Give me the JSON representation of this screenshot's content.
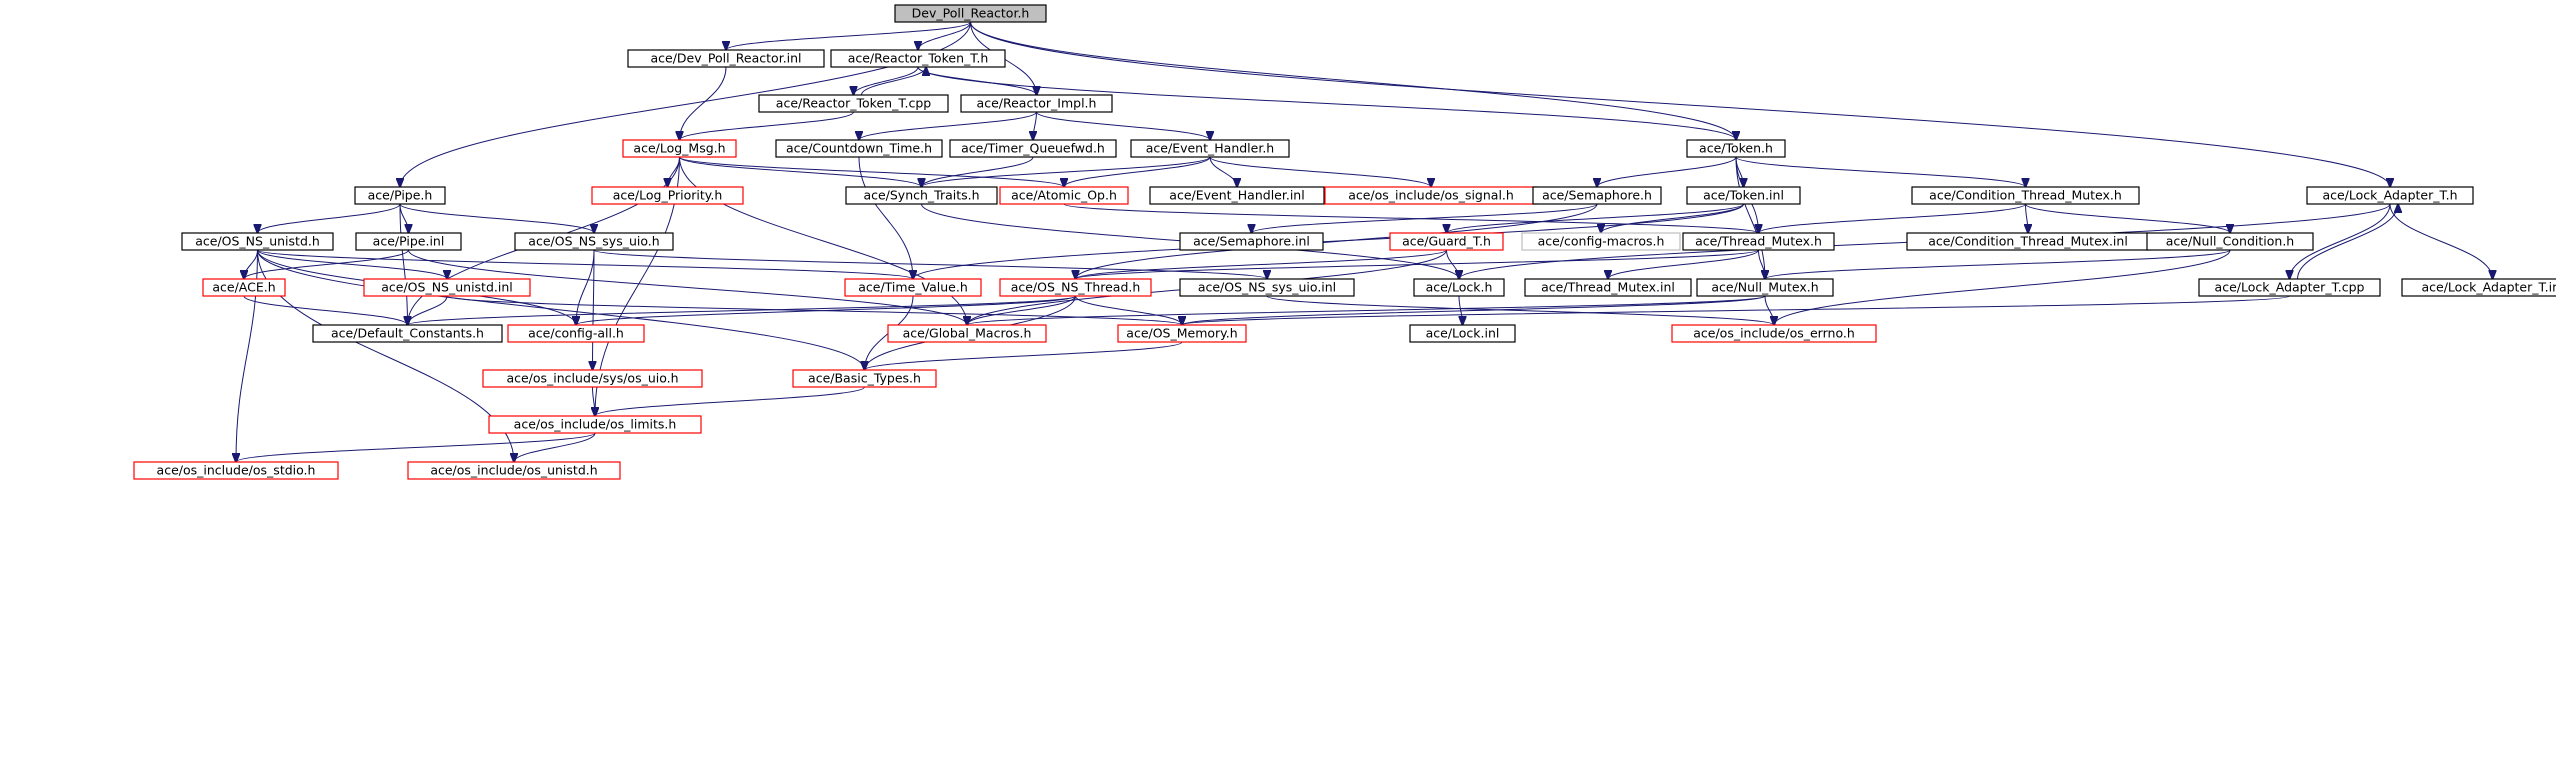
{
  "colors": {
    "edge": "#191970",
    "border_linked": "#000000",
    "border_truncated": "#ff0000",
    "border_undocumented": "#bfbfbf",
    "root_fill": "#bfbfbf",
    "node_fill": "#ffffff"
  },
  "nodes": [
    {
      "id": "root",
      "label": "Dev_Poll_Reactor.h",
      "kind": "root"
    },
    {
      "id": "dpr_inl",
      "label": "ace/Dev_Poll_Reactor.inl",
      "kind": "linked"
    },
    {
      "id": "rtt_h",
      "label": "ace/Reactor_Token_T.h",
      "kind": "linked"
    },
    {
      "id": "rtt_cpp",
      "label": "ace/Reactor_Token_T.cpp",
      "kind": "linked"
    },
    {
      "id": "rimpl",
      "label": "ace/Reactor_Impl.h",
      "kind": "linked"
    },
    {
      "id": "logmsg",
      "label": "ace/Log_Msg.h",
      "kind": "truncated"
    },
    {
      "id": "countdown",
      "label": "ace/Countdown_Time.h",
      "kind": "linked"
    },
    {
      "id": "tqfwd",
      "label": "ace/Timer_Queuefwd.h",
      "kind": "linked"
    },
    {
      "id": "evh",
      "label": "ace/Event_Handler.h",
      "kind": "linked"
    },
    {
      "id": "token",
      "label": "ace/Token.h",
      "kind": "linked"
    },
    {
      "id": "pipe",
      "label": "ace/Pipe.h",
      "kind": "linked"
    },
    {
      "id": "logprio",
      "label": "ace/Log_Priority.h",
      "kind": "truncated"
    },
    {
      "id": "synch",
      "label": "ace/Synch_Traits.h",
      "kind": "linked"
    },
    {
      "id": "atomic",
      "label": "ace/Atomic_Op.h",
      "kind": "truncated"
    },
    {
      "id": "evh_inl",
      "label": "ace/Event_Handler.inl",
      "kind": "linked"
    },
    {
      "id": "ossignal",
      "label": "ace/os_include/os_signal.h",
      "kind": "truncated"
    },
    {
      "id": "sema",
      "label": "ace/Semaphore.h",
      "kind": "linked"
    },
    {
      "id": "token_inl",
      "label": "ace/Token.inl",
      "kind": "linked"
    },
    {
      "id": "ctm",
      "label": "ace/Condition_Thread_Mutex.h",
      "kind": "linked"
    },
    {
      "id": "lat",
      "label": "ace/Lock_Adapter_T.h",
      "kind": "linked"
    },
    {
      "id": "unistd",
      "label": "ace/OS_NS_unistd.h",
      "kind": "linked"
    },
    {
      "id": "pipe_inl",
      "label": "ace/Pipe.inl",
      "kind": "linked"
    },
    {
      "id": "sysuio",
      "label": "ace/OS_NS_sys_uio.h",
      "kind": "linked"
    },
    {
      "id": "sema_inl",
      "label": "ace/Semaphore.inl",
      "kind": "linked"
    },
    {
      "id": "guard",
      "label": "ace/Guard_T.h",
      "kind": "truncated"
    },
    {
      "id": "cfgmac",
      "label": "ace/config-macros.h",
      "kind": "undocumented"
    },
    {
      "id": "tmutex",
      "label": "ace/Thread_Mutex.h",
      "kind": "linked"
    },
    {
      "id": "ctm_inl",
      "label": "ace/Condition_Thread_Mutex.inl",
      "kind": "linked"
    },
    {
      "id": "nullcond",
      "label": "ace/Null_Condition.h",
      "kind": "linked"
    },
    {
      "id": "ace_h",
      "label": "ace/ACE.h",
      "kind": "truncated"
    },
    {
      "id": "unistd_inl",
      "label": "ace/OS_NS_unistd.inl",
      "kind": "truncated"
    },
    {
      "id": "timevalue",
      "label": "ace/Time_Value.h",
      "kind": "truncated"
    },
    {
      "id": "thread",
      "label": "ace/OS_NS_Thread.h",
      "kind": "truncated"
    },
    {
      "id": "sysuio_inl",
      "label": "ace/OS_NS_sys_uio.inl",
      "kind": "linked"
    },
    {
      "id": "lock",
      "label": "ace/Lock.h",
      "kind": "linked"
    },
    {
      "id": "tmutex_inl",
      "label": "ace/Thread_Mutex.inl",
      "kind": "linked"
    },
    {
      "id": "nullmutex",
      "label": "ace/Null_Mutex.h",
      "kind": "linked"
    },
    {
      "id": "lat_cpp",
      "label": "ace/Lock_Adapter_T.cpp",
      "kind": "linked"
    },
    {
      "id": "lat_inl",
      "label": "ace/Lock_Adapter_T.inl",
      "kind": "linked"
    },
    {
      "id": "defconst",
      "label": "ace/Default_Constants.h",
      "kind": "linked"
    },
    {
      "id": "cfgall",
      "label": "ace/config-all.h",
      "kind": "truncated"
    },
    {
      "id": "globmac",
      "label": "ace/Global_Macros.h",
      "kind": "truncated"
    },
    {
      "id": "osmem",
      "label": "ace/OS_Memory.h",
      "kind": "truncated"
    },
    {
      "id": "lock_inl",
      "label": "ace/Lock.inl",
      "kind": "linked"
    },
    {
      "id": "oserrno",
      "label": "ace/os_include/os_errno.h",
      "kind": "truncated"
    },
    {
      "id": "osuio",
      "label": "ace/os_include/sys/os_uio.h",
      "kind": "truncated"
    },
    {
      "id": "basic",
      "label": "ace/Basic_Types.h",
      "kind": "truncated"
    },
    {
      "id": "limits",
      "label": "ace/os_include/os_limits.h",
      "kind": "truncated"
    },
    {
      "id": "stdio",
      "label": "ace/os_include/os_stdio.h",
      "kind": "truncated"
    },
    {
      "id": "osunistd",
      "label": "ace/os_include/os_unistd.h",
      "kind": "truncated"
    }
  ],
  "edges": [
    [
      "root",
      "dpr_inl"
    ],
    [
      "root",
      "rtt_h"
    ],
    [
      "root",
      "rimpl"
    ],
    [
      "root",
      "token"
    ],
    [
      "root",
      "pipe"
    ],
    [
      "root",
      "lat"
    ],
    [
      "dpr_inl",
      "logmsg"
    ],
    [
      "rtt_h",
      "rtt_cpp"
    ],
    [
      "rtt_h",
      "rimpl"
    ],
    [
      "rtt_h",
      "token"
    ],
    [
      "rtt_cpp",
      "rtt_h"
    ],
    [
      "rtt_cpp",
      "logmsg"
    ],
    [
      "rimpl",
      "countdown"
    ],
    [
      "rimpl",
      "tqfwd"
    ],
    [
      "rimpl",
      "evh"
    ],
    [
      "logmsg",
      "logprio"
    ],
    [
      "logmsg",
      "synch"
    ],
    [
      "logmsg",
      "atomic"
    ],
    [
      "logmsg",
      "defconst"
    ],
    [
      "logmsg",
      "globmac"
    ],
    [
      "logmsg",
      "limits"
    ],
    [
      "countdown",
      "timevalue"
    ],
    [
      "tqfwd",
      "synch"
    ],
    [
      "evh",
      "synch"
    ],
    [
      "evh",
      "atomic"
    ],
    [
      "evh",
      "evh_inl"
    ],
    [
      "evh",
      "ossignal"
    ],
    [
      "token",
      "sema"
    ],
    [
      "token",
      "token_inl"
    ],
    [
      "token",
      "ctm"
    ],
    [
      "token",
      "tmutex"
    ],
    [
      "token",
      "nullmutex"
    ],
    [
      "pipe",
      "unistd"
    ],
    [
      "pipe",
      "pipe_inl"
    ],
    [
      "pipe",
      "sysuio"
    ],
    [
      "pipe",
      "defconst"
    ],
    [
      "synch",
      "lock"
    ],
    [
      "atomic",
      "tmutex"
    ],
    [
      "sema",
      "sema_inl"
    ],
    [
      "sema",
      "thread"
    ],
    [
      "token_inl",
      "guard"
    ],
    [
      "token_inl",
      "cfgmac"
    ],
    [
      "token_inl",
      "timevalue"
    ],
    [
      "ctm",
      "tmutex"
    ],
    [
      "ctm",
      "ctm_inl"
    ],
    [
      "ctm",
      "nullcond"
    ],
    [
      "lat",
      "lat_cpp"
    ],
    [
      "lat",
      "lat_inl"
    ],
    [
      "lat",
      "lock"
    ],
    [
      "lat_cpp",
      "lat"
    ],
    [
      "lat_cpp",
      "osmem"
    ],
    [
      "unistd",
      "ace_h"
    ],
    [
      "unistd",
      "unistd_inl"
    ],
    [
      "unistd",
      "timevalue"
    ],
    [
      "unistd",
      "cfgall"
    ],
    [
      "unistd",
      "basic"
    ],
    [
      "unistd",
      "stdio"
    ],
    [
      "unistd",
      "osunistd"
    ],
    [
      "pipe_inl",
      "ace_h"
    ],
    [
      "pipe_inl",
      "globmac"
    ],
    [
      "sysuio",
      "osuio"
    ],
    [
      "sysuio",
      "sysuio_inl"
    ],
    [
      "sysuio",
      "cfgall"
    ],
    [
      "guard",
      "lock"
    ],
    [
      "guard",
      "thread"
    ],
    [
      "guard",
      "globmac"
    ],
    [
      "tmutex",
      "thread"
    ],
    [
      "tmutex",
      "tmutex_inl"
    ],
    [
      "tmutex",
      "nullmutex"
    ],
    [
      "nullcond",
      "nullmutex"
    ],
    [
      "nullcond",
      "oserrno"
    ],
    [
      "ace_h",
      "defconst"
    ],
    [
      "unistd_inl",
      "defconst"
    ],
    [
      "unistd_inl",
      "osmem"
    ],
    [
      "timevalue",
      "basic"
    ],
    [
      "thread",
      "globmac"
    ],
    [
      "thread",
      "osmem"
    ],
    [
      "thread",
      "basic"
    ],
    [
      "thread",
      "cfgall"
    ],
    [
      "thread",
      "defconst"
    ],
    [
      "sysuio_inl",
      "oserrno"
    ],
    [
      "lock",
      "lock_inl"
    ],
    [
      "nullmutex",
      "oserrno"
    ],
    [
      "nullmutex",
      "osmem"
    ],
    [
      "nullmutex",
      "globmac"
    ],
    [
      "osmem",
      "basic"
    ],
    [
      "osuio",
      "limits"
    ],
    [
      "basic",
      "limits"
    ],
    [
      "limits",
      "stdio"
    ],
    [
      "limits",
      "osunistd"
    ]
  ]
}
